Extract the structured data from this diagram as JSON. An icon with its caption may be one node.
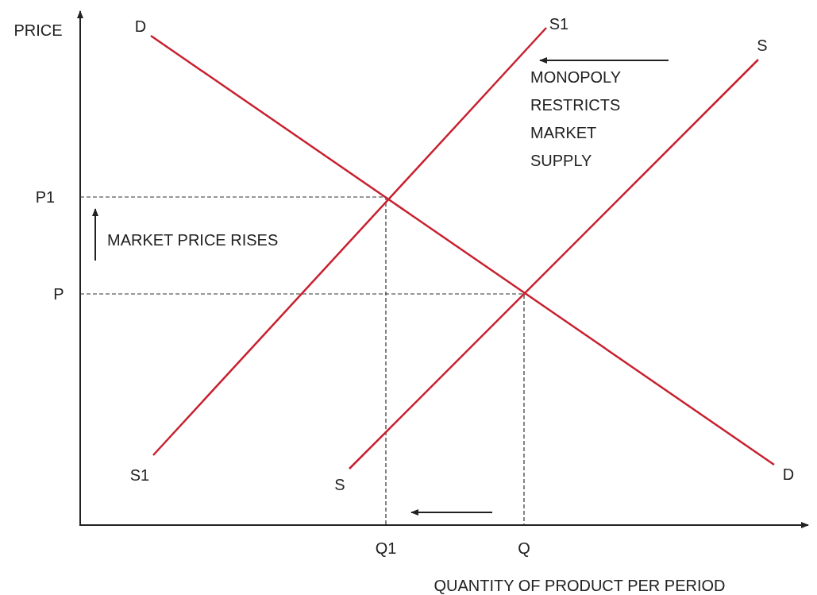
{
  "diagram": {
    "labels": [
      "PRICE",
      "D",
      "S1",
      "S",
      "MONOPOLY RESTRICTS MARKET SUPPLY",
      "P1",
      "MARKET PRICE RISES",
      "P",
      "S1",
      "S",
      "D",
      "Q1",
      "Q",
      "QUANTITY OF PRODUCT PER PERIOD"
    ]
  }
}
